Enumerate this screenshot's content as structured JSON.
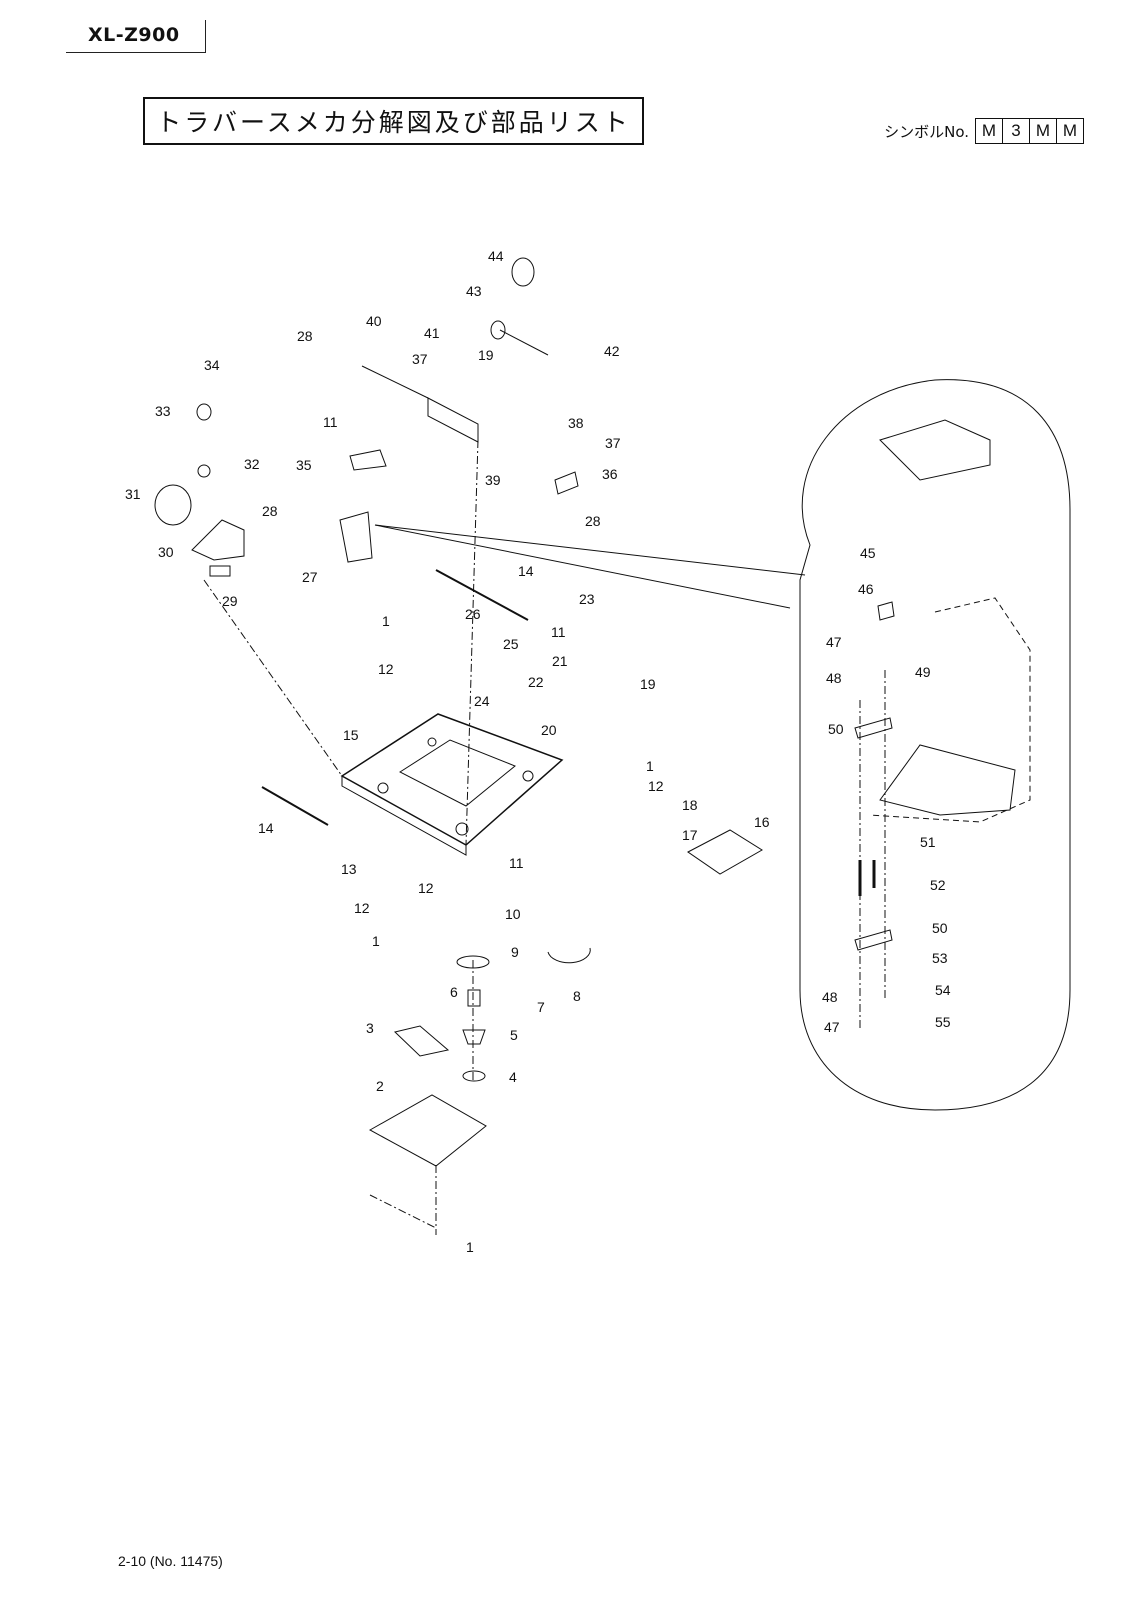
{
  "header": {
    "model": "XL-Z900",
    "title": "トラバースメカ分解図及び部品リスト",
    "symbol_label": "シンボルNo.",
    "symbol_cells": [
      "M",
      "3",
      "M",
      "M"
    ]
  },
  "footer": {
    "page_ref": "2-10 (No. 11475)"
  },
  "callouts": [
    "44",
    "43",
    "42",
    "41",
    "40",
    "19",
    "28",
    "37",
    "34",
    "33",
    "32",
    "31",
    "30",
    "29",
    "28",
    "27",
    "11",
    "35",
    "38",
    "37",
    "36",
    "39",
    "28",
    "14",
    "1",
    "23",
    "11",
    "26",
    "25",
    "12",
    "21",
    "22",
    "24",
    "19",
    "20",
    "15",
    "1",
    "12",
    "14",
    "18",
    "17",
    "16",
    "13",
    "11",
    "12",
    "12",
    "10",
    "1",
    "9",
    "7",
    "8",
    "6",
    "5",
    "3",
    "4",
    "2",
    "1",
    "45",
    "46",
    "47",
    "49",
    "48",
    "50",
    "51",
    "52",
    "50",
    "53",
    "48",
    "54",
    "47",
    "55"
  ]
}
